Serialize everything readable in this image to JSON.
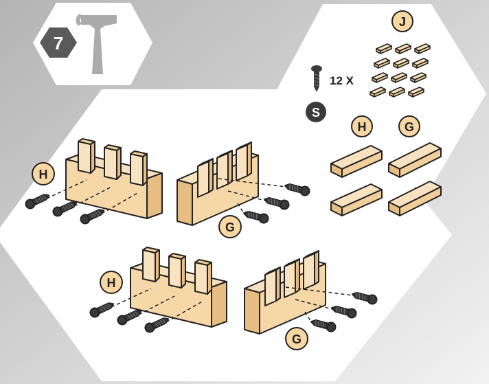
{
  "step": {
    "number": "7",
    "tool_icon": "hammer-icon"
  },
  "hardware": {
    "screw_label": "S",
    "quantity_text": "12 X",
    "small_blocks_label": "J",
    "small_blocks_count": 12
  },
  "parts": {
    "H": "H",
    "G": "G"
  },
  "colors": {
    "background_start": "#b9b9b9",
    "background_end": "#f2f2f2",
    "wood": "#f5d7a8",
    "wood_dark": "#e6bd82",
    "label_fill": "#f8d7a3",
    "step_badge": "#5a5a5a",
    "screw": "#3a3a3a"
  }
}
